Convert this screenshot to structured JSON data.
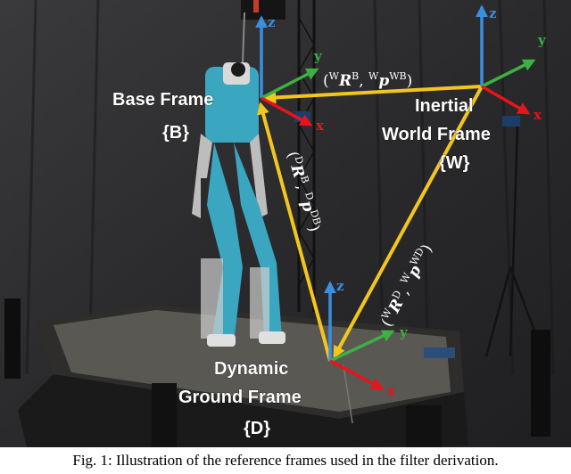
{
  "labels": {
    "base_line1": "Base Frame",
    "base_line2": "{B}",
    "inertial_line1": "Inertial",
    "inertial_line2": "World Frame",
    "inertial_line3": "{W}",
    "dynamic_line1": "Dynamic",
    "dynamic_line2": "Ground Frame",
    "dynamic_line3": "{D}"
  },
  "axes": {
    "x": "x",
    "y": "y",
    "z": "z"
  },
  "transforms": {
    "wb": {
      "open": "(",
      "pre_sup_rot": "W",
      "rot": "R",
      "sup_rot": "B",
      "comma": ", ",
      "pre_sup_pos": "W",
      "pos": "p",
      "sup_pos": "WB",
      "close": ")"
    },
    "db": {
      "open": "(",
      "pre_sup_rot": "D",
      "rot": "R",
      "sup_rot": "B",
      "comma": ", ",
      "pre_sup_pos": "D",
      "pos": "p",
      "sup_pos": "DB",
      "close": ")"
    },
    "wd": {
      "open": "(",
      "pre_sup_rot": "W",
      "rot": "R",
      "sup_rot": "D",
      "comma": ", ",
      "pre_sup_pos": "W",
      "pos": "p",
      "sup_pos": "WD",
      "close": ")"
    }
  },
  "colors": {
    "x_axis": "#e8141b",
    "y_axis": "#3cb043",
    "z_axis": "#3a8fe0",
    "link": "#f2c61f",
    "background": "#2b2b2d"
  },
  "caption": "Fig. 1: Illustration of the reference frames used in the filter derivation."
}
